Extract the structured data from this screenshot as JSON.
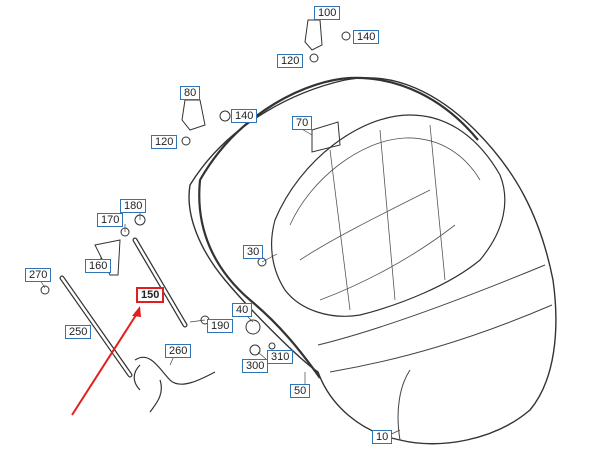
{
  "callouts": {
    "p10": "10",
    "p30": "30",
    "p40": "40",
    "p50": "50",
    "p70": "70",
    "p80": "80",
    "p100": "100",
    "p120a": "120",
    "p120b": "120",
    "p140a": "140",
    "p140b": "140",
    "p150": "150",
    "p160": "160",
    "p170": "170",
    "p180": "180",
    "p190": "190",
    "p250": "250",
    "p260": "260",
    "p270": "270",
    "p300": "300",
    "p310": "310"
  },
  "highlighted_part": "150",
  "colors": {
    "callout_border": "#2f74b5",
    "highlight": "#e02020",
    "line": "#333333"
  }
}
